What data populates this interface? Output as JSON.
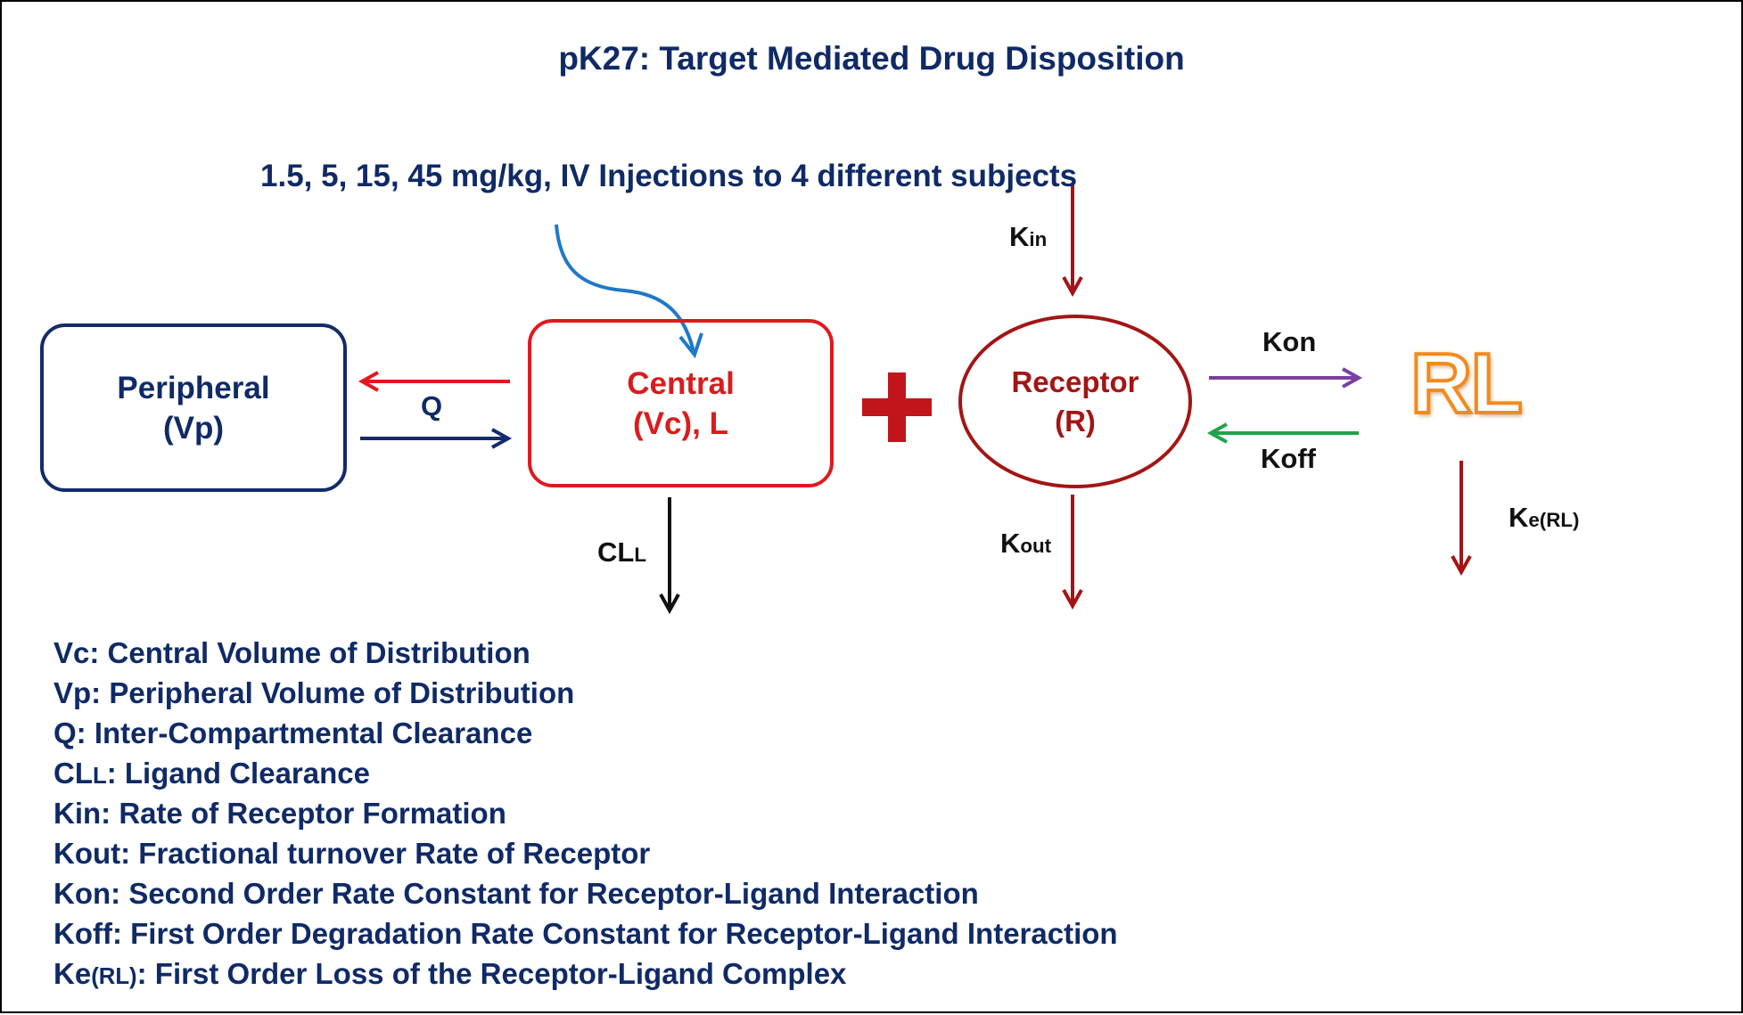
{
  "title": "pK27: Target Mediated Drug Disposition",
  "dosing": "1.5, 5, 15, 45 mg/kg, IV Injections to 4 different subjects",
  "compartments": {
    "peripheral": {
      "name": "Peripheral",
      "volume": "(Vp)"
    },
    "central": {
      "name": "Central",
      "volume": "(Vc), L"
    },
    "receptor": {
      "name": "Receptor",
      "symbol": "(R)"
    },
    "complex": {
      "name": "RL"
    }
  },
  "rate_labels": {
    "q": "Q",
    "cl_main": "CL",
    "cl_sub": "L",
    "kin_main": "K",
    "kin_sub": "in",
    "kout_main": "K",
    "kout_sub": "out",
    "kon": "Kon",
    "koff": "Koff",
    "ke_main": "K",
    "ke_sub": "e(RL)"
  },
  "legend": [
    {
      "term": "Vc",
      "sub": "",
      "text": ": Central Volume of Distribution"
    },
    {
      "term": "Vp",
      "sub": "",
      "text": ": Peripheral Volume of Distribution"
    },
    {
      "term": "Q",
      "sub": "",
      "text": ": Inter-Compartmental Clearance"
    },
    {
      "term": "CL",
      "sub": "L",
      "text": ": Ligand Clearance"
    },
    {
      "term": "Kin",
      "sub": "",
      "text": ": Rate of Receptor Formation"
    },
    {
      "term": "Kout",
      "sub": "",
      "text": ": Fractional turnover Rate of Receptor"
    },
    {
      "term": "Kon",
      "sub": "",
      "text": ": Second Order Rate Constant for Receptor-Ligand Interaction"
    },
    {
      "term": "Koff",
      "sub": "",
      "text": ": First Order Degradation Rate Constant for Receptor-Ligand Interaction"
    },
    {
      "term": "Ke",
      "sub": "(RL)",
      "text": ": First Order Loss of the Receptor-Ligand Complex"
    }
  ],
  "colors": {
    "navy": "#0f2a66",
    "central_red": "#e0191e",
    "receptor_red": "#a31515",
    "dose_arrow_blue": "#1f78c8",
    "kon_purple": "#7b3fa0",
    "koff_green": "#1fa34a",
    "rl_orange": "#f28a1e"
  }
}
